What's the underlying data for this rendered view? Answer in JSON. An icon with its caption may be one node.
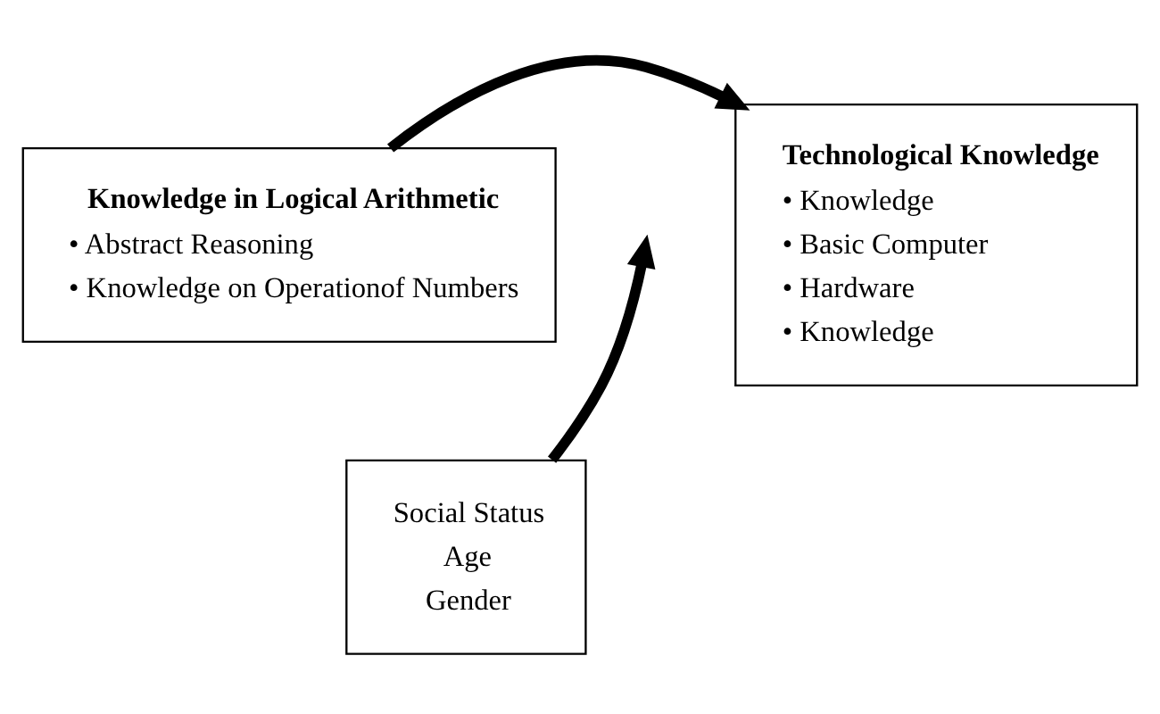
{
  "diagram": {
    "nodes": [
      {
        "text": [
          "Knowledge in Logical Arithmetic",
          "• Abstract Reasoning",
          "• Knowledge on Operationof Numbers"
        ]
      },
      {
        "text": [
          "Technological Knowledge",
          "• Knowledge",
          "• Basic Computer",
          "• Hardware",
          "• Knowledge"
        ]
      },
      {
        "text": [
          "Social Status",
          "Age",
          "Gender"
        ]
      }
    ],
    "edges": [
      {
        "from": 0,
        "to": 1,
        "arrow": "to"
      },
      {
        "from": 2,
        "to": null,
        "arrow": "to"
      }
    ]
  }
}
